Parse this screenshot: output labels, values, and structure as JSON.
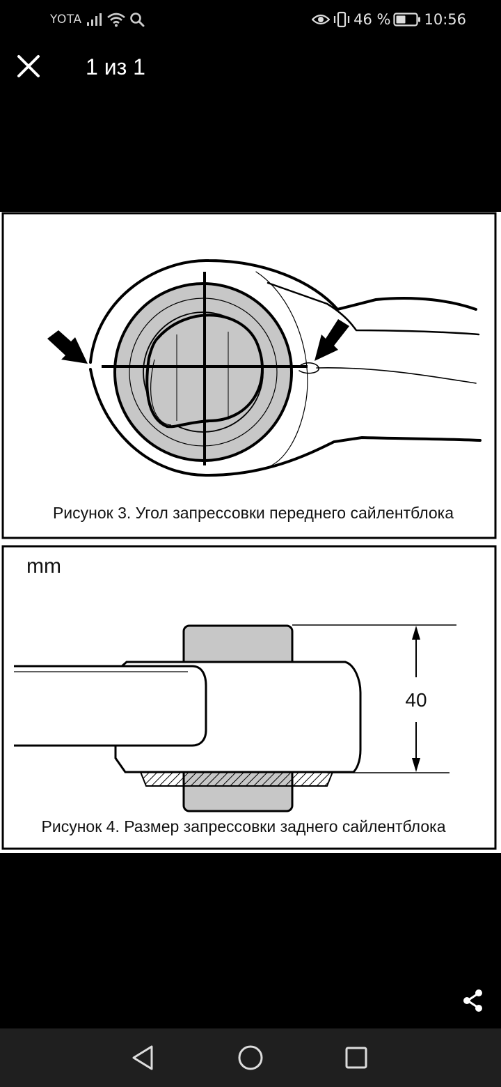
{
  "status_bar": {
    "carrier": "YOTA",
    "battery_percent": "46 %",
    "time": "10:56",
    "icons": [
      "signal-icon",
      "wifi-icon",
      "search-icon",
      "eye-icon",
      "vibrate-icon",
      "battery-icon"
    ]
  },
  "header": {
    "close_icon": "close-icon",
    "counter": "1 из 1"
  },
  "figure": {
    "caption_3": "Рисунок 3. Угол запрессовки переднего сайлентблока",
    "unit_label": "mm",
    "dimension_value": "40",
    "caption_4": "Рисунок 4. Размер запрессовки заднего сайлентблока"
  },
  "share": {
    "icon": "share-icon"
  },
  "nav_bar": {
    "back_icon": "back-triangle-icon",
    "home_icon": "home-circle-icon",
    "recents_icon": "recents-square-icon"
  }
}
